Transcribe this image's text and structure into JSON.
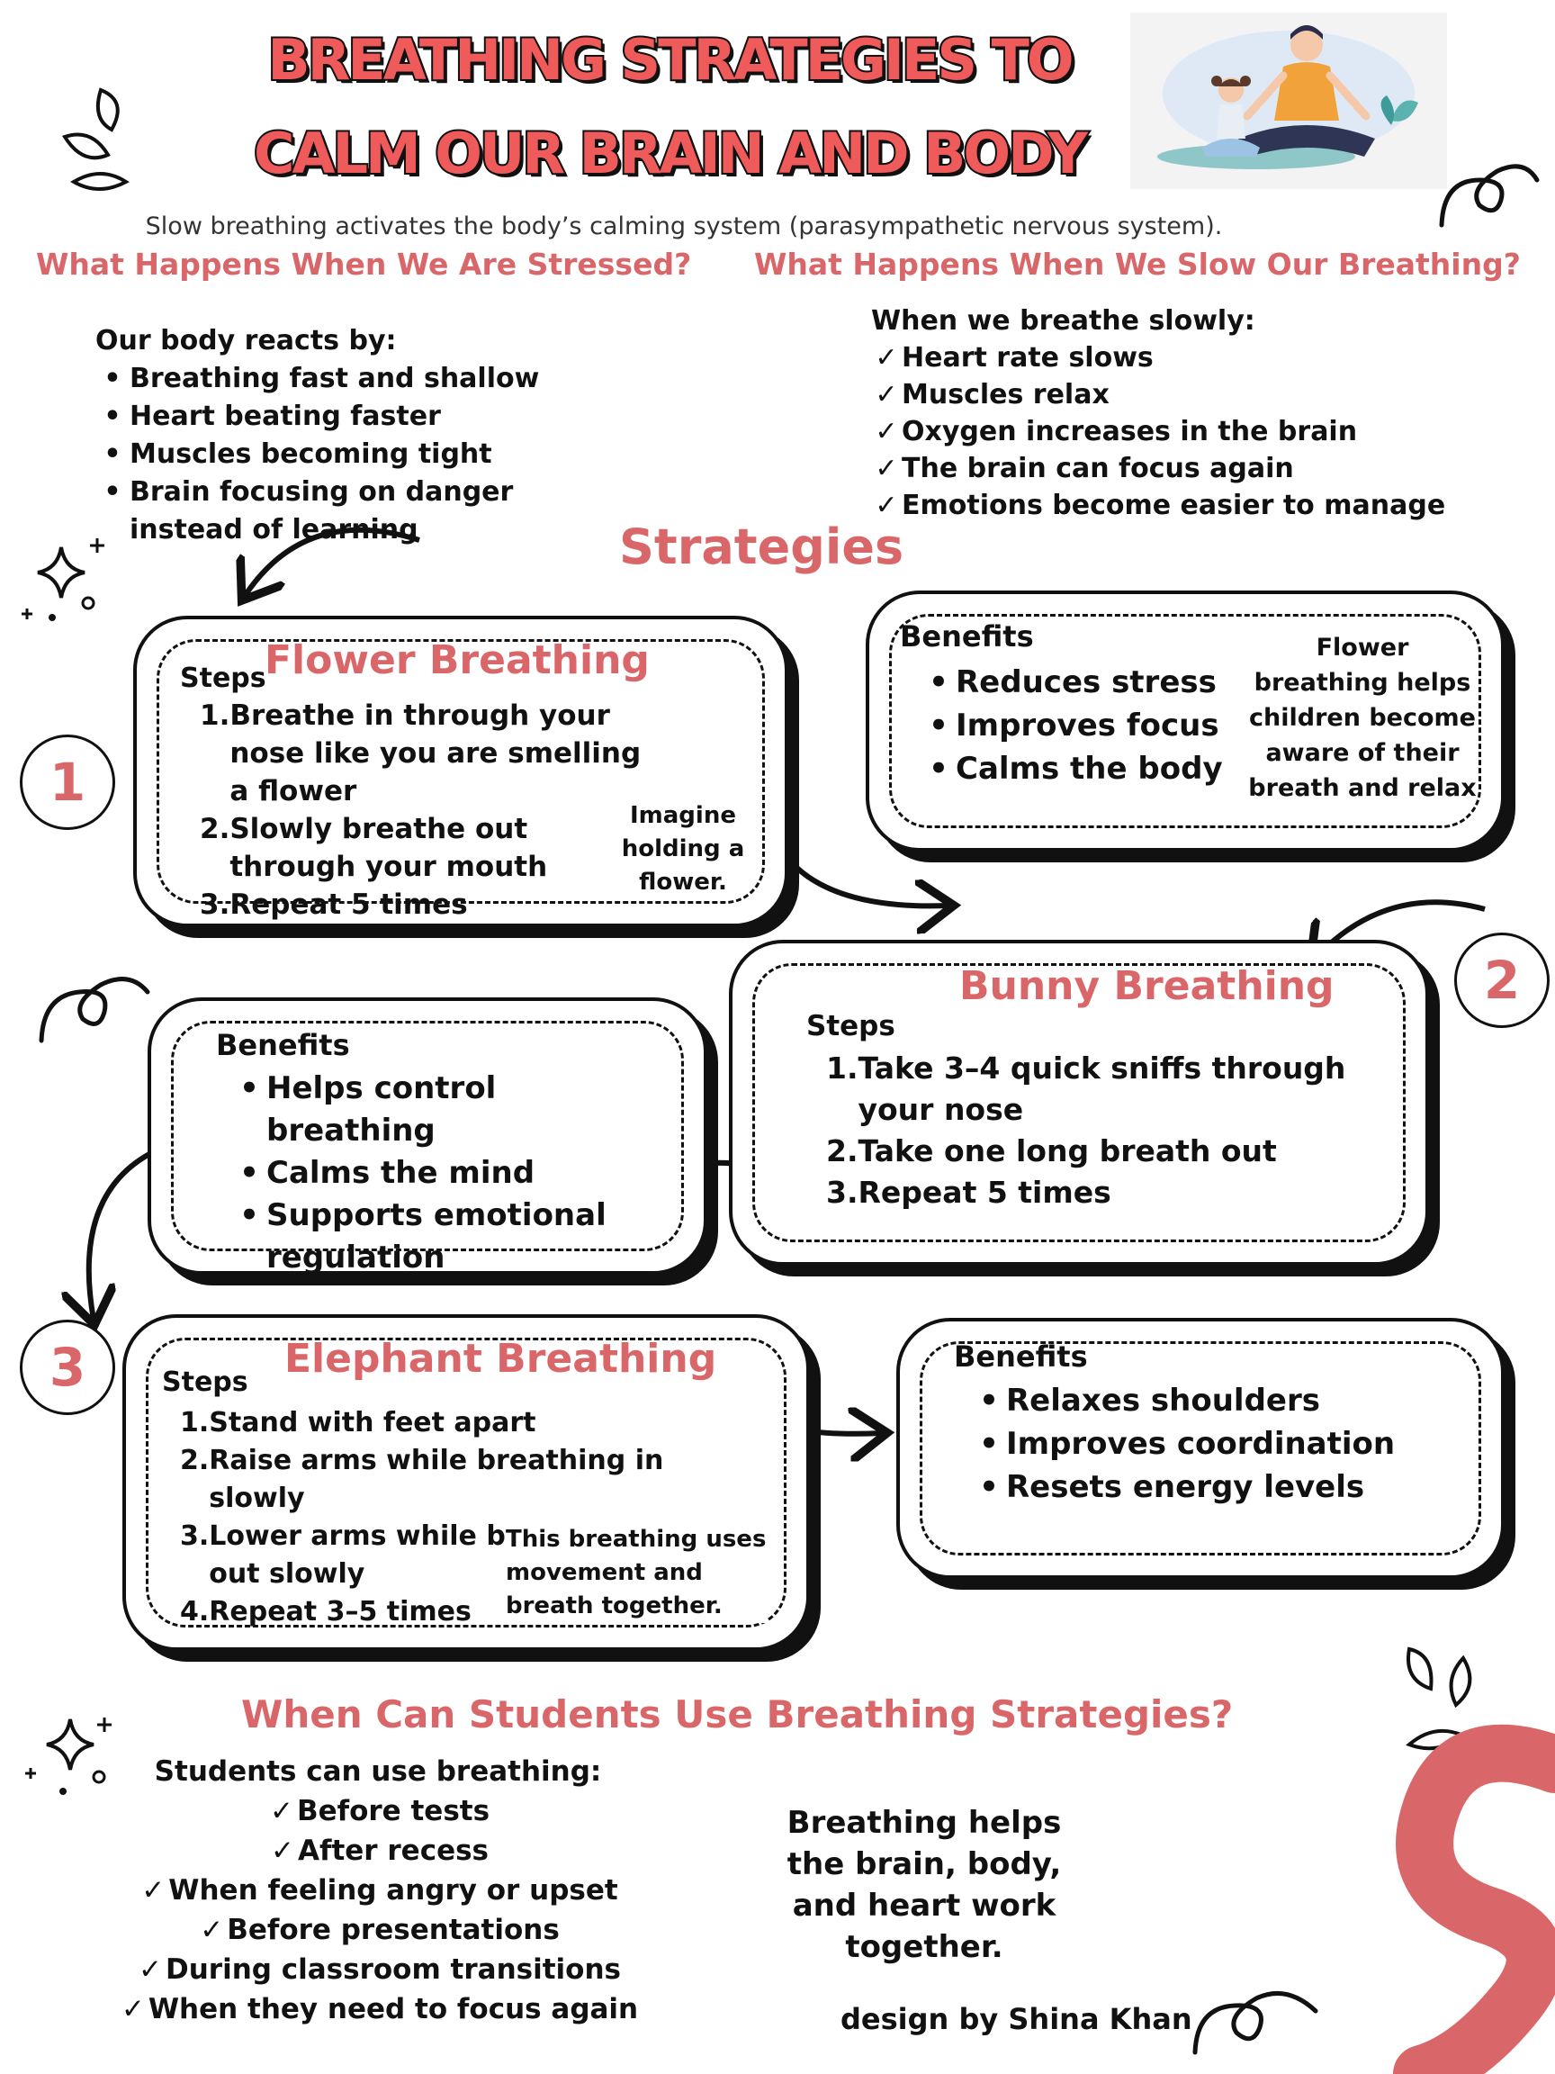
{
  "header": {
    "title_line1": "BREATHING STRATEGIES TO",
    "title_line2": "CALM OUR BRAIN AND BODY",
    "subtitle": "Slow breathing activates the body’s calming system (parasympathetic nervous system)."
  },
  "stressed": {
    "heading": "What Happens When We Are Stressed?",
    "intro": "Our body reacts by:",
    "items": [
      "Breathing fast and shallow",
      "Heart beating faster",
      "Muscles becoming tight",
      "Brain focusing on danger instead of learning"
    ]
  },
  "slow": {
    "heading": "What Happens When We Slow Our Breathing?",
    "intro": "When we breathe slowly:",
    "items": [
      "Heart rate slows",
      "Muscles relax",
      "Oxygen increases in the brain",
      "The brain can focus again",
      "Emotions become easier to manage"
    ]
  },
  "strategies_heading": "Strategies",
  "flower": {
    "number": "1",
    "title": "Flower Breathing",
    "steps_label": "Steps",
    "steps": [
      "Breathe in through your nose like you are smelling a flower",
      "Slowly breathe out through your mouth",
      "Repeat 5 times"
    ],
    "note": "Imagine holding a flower.",
    "benefits_label": "Benefits",
    "benefits": [
      "Reduces stress",
      "Improves focus",
      "Calms the body"
    ],
    "side_note": "Flower breathing helps children become aware of their breath and relax"
  },
  "bunny": {
    "number": "2",
    "title": "Bunny Breathing",
    "steps_label": "Steps",
    "steps": [
      "Take 3–4 quick sniffs through your nose",
      "Take one long breath out",
      "Repeat 5 times"
    ],
    "benefits_label": "Benefits",
    "benefits": [
      "Helps control breathing",
      "Calms the mind",
      "Supports emotional regulation"
    ]
  },
  "elephant": {
    "number": "3",
    "title": "Elephant Breathing",
    "steps_label": "Steps",
    "steps": [
      "Stand with feet apart",
      "Raise arms while breathing in slowly",
      "Lower arms while breathing out slowly",
      "Repeat 3–5 times"
    ],
    "note": "This breathing uses movement and breath together.",
    "benefits_label": "Benefits",
    "benefits": [
      "Relaxes shoulders",
      "Improves coordination",
      "Resets energy levels"
    ]
  },
  "when": {
    "heading": "When Can Students Use Breathing Strategies?",
    "intro": "Students can use breathing:",
    "items": [
      "Before tests",
      "After recess",
      "When feeling angry or upset",
      "Before presentations",
      "During classroom transitions",
      "When they need to focus again"
    ]
  },
  "closing": "Breathing helps the brain, body, and heart work together.",
  "credit": "design by Shina Khan",
  "colors": {
    "accent": "#d9676a",
    "title_fill": "#ef5b5b",
    "ink": "#111111"
  }
}
